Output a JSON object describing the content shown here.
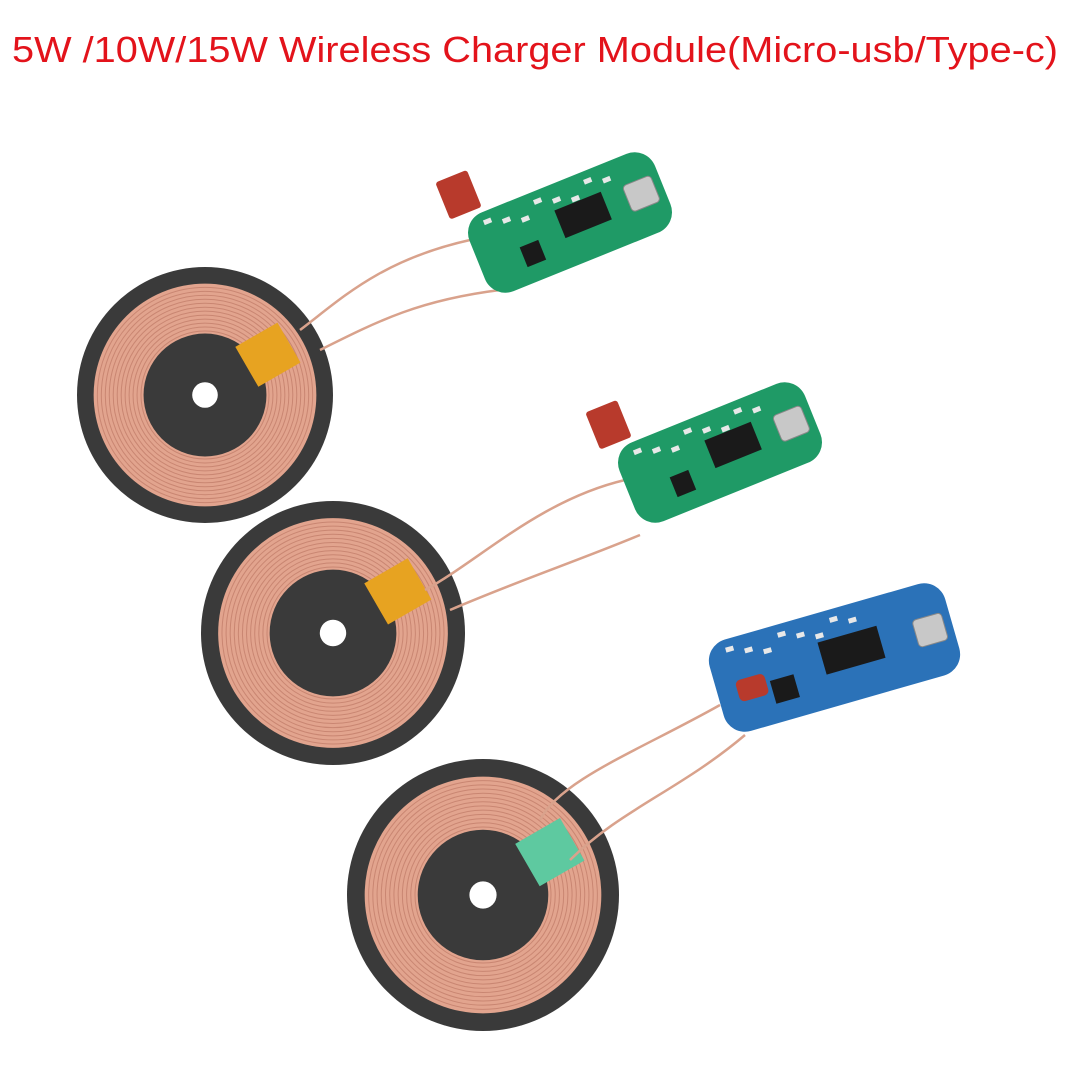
{
  "title": "5W /10W/15W Wireless Charger Module(Micro-usb/Type-c)",
  "colors": {
    "title": "#e3131b",
    "coil_copper": "#e2a48e",
    "coil_backing": "#3a3a3a",
    "pcb_green": "#1f9a66",
    "pcb_blue": "#2b72b8",
    "tape_yellow": "#e7a321",
    "tape_green": "#5ec9a0",
    "capacitor": "#b83a2c"
  },
  "products": [
    {
      "coil_tape": "yellow",
      "board": "green",
      "connector": "type-c"
    },
    {
      "coil_tape": "yellow",
      "board": "green",
      "connector": "micro-usb"
    },
    {
      "coil_tape": "green",
      "board": "blue",
      "connector": "micro-usb"
    }
  ]
}
